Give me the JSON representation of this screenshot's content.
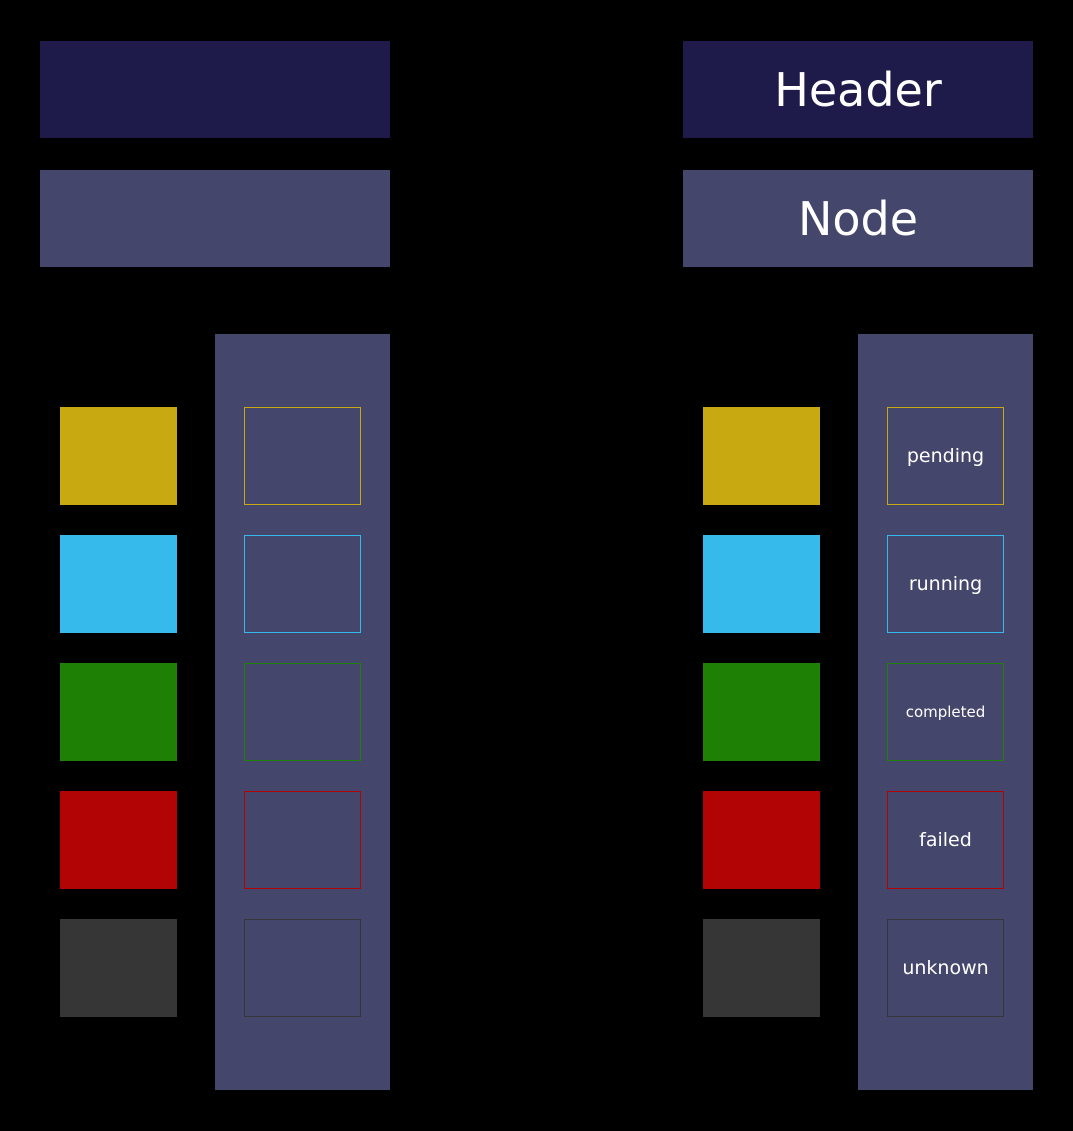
{
  "labels": {
    "header": "Header",
    "node": "Node"
  },
  "colors": {
    "background": "#000000",
    "header_fill": "#1e1b4b",
    "node_fill": "#45466b",
    "column_fill": "#45466b"
  },
  "statuses": [
    {
      "label": "pending",
      "color": "#c8a911"
    },
    {
      "label": "running",
      "color": "#36baeb"
    },
    {
      "label": "completed",
      "color": "#1f8006"
    },
    {
      "label": "failed",
      "color": "#b20404"
    },
    {
      "label": "unknown",
      "color": "#363636"
    }
  ]
}
